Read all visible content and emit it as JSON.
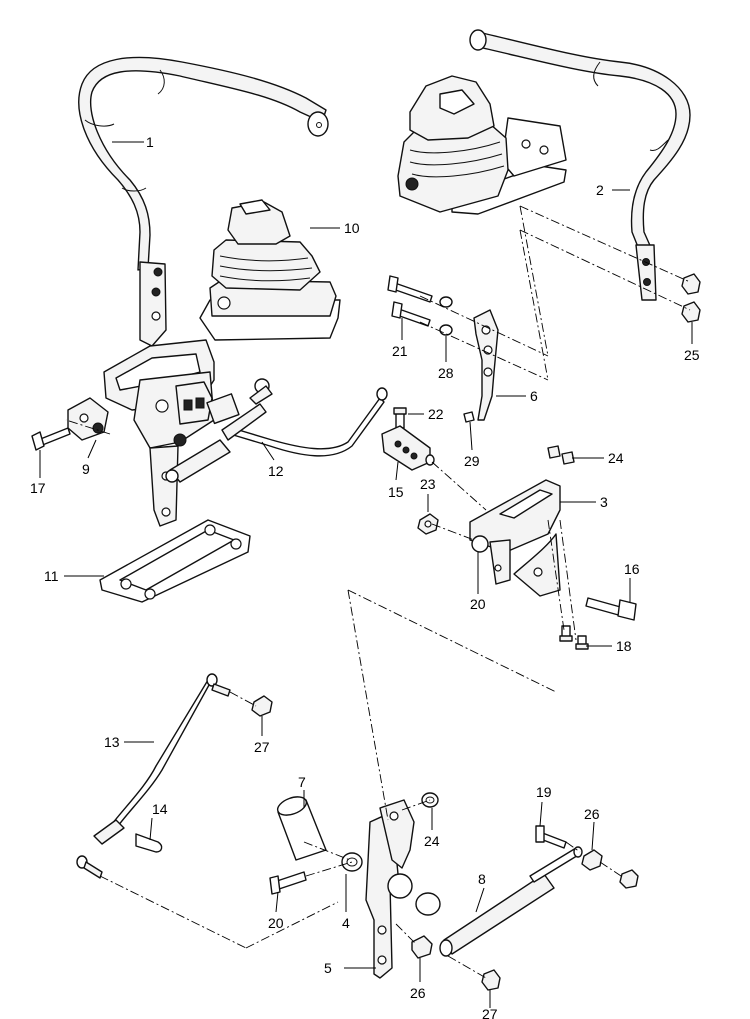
{
  "callouts": [
    {
      "id": "c1",
      "text": "1"
    },
    {
      "id": "c2",
      "text": "2"
    },
    {
      "id": "c3",
      "text": "3"
    },
    {
      "id": "c4",
      "text": "4"
    },
    {
      "id": "c5",
      "text": "5"
    },
    {
      "id": "c6",
      "text": "6"
    },
    {
      "id": "c7",
      "text": "7"
    },
    {
      "id": "c8",
      "text": "8"
    },
    {
      "id": "c9",
      "text": "9"
    },
    {
      "id": "c10",
      "text": "10"
    },
    {
      "id": "c11",
      "text": "11"
    },
    {
      "id": "c12",
      "text": "12"
    },
    {
      "id": "c13",
      "text": "13"
    },
    {
      "id": "c14",
      "text": "14"
    },
    {
      "id": "c15",
      "text": "15"
    },
    {
      "id": "c16",
      "text": "16"
    },
    {
      "id": "c17",
      "text": "17"
    },
    {
      "id": "c18",
      "text": "18"
    },
    {
      "id": "c19",
      "text": "19"
    },
    {
      "id": "c20a",
      "text": "20"
    },
    {
      "id": "c20b",
      "text": "20"
    },
    {
      "id": "c21",
      "text": "21"
    },
    {
      "id": "c22",
      "text": "22"
    },
    {
      "id": "c23",
      "text": "23"
    },
    {
      "id": "c24a",
      "text": "24"
    },
    {
      "id": "c24b",
      "text": "24"
    },
    {
      "id": "c25",
      "text": "25"
    },
    {
      "id": "c26a",
      "text": "26"
    },
    {
      "id": "c26b",
      "text": "26"
    },
    {
      "id": "c27a",
      "text": "27"
    },
    {
      "id": "c27b",
      "text": "27"
    },
    {
      "id": "c28",
      "text": "28"
    },
    {
      "id": "c29",
      "text": "29"
    }
  ]
}
